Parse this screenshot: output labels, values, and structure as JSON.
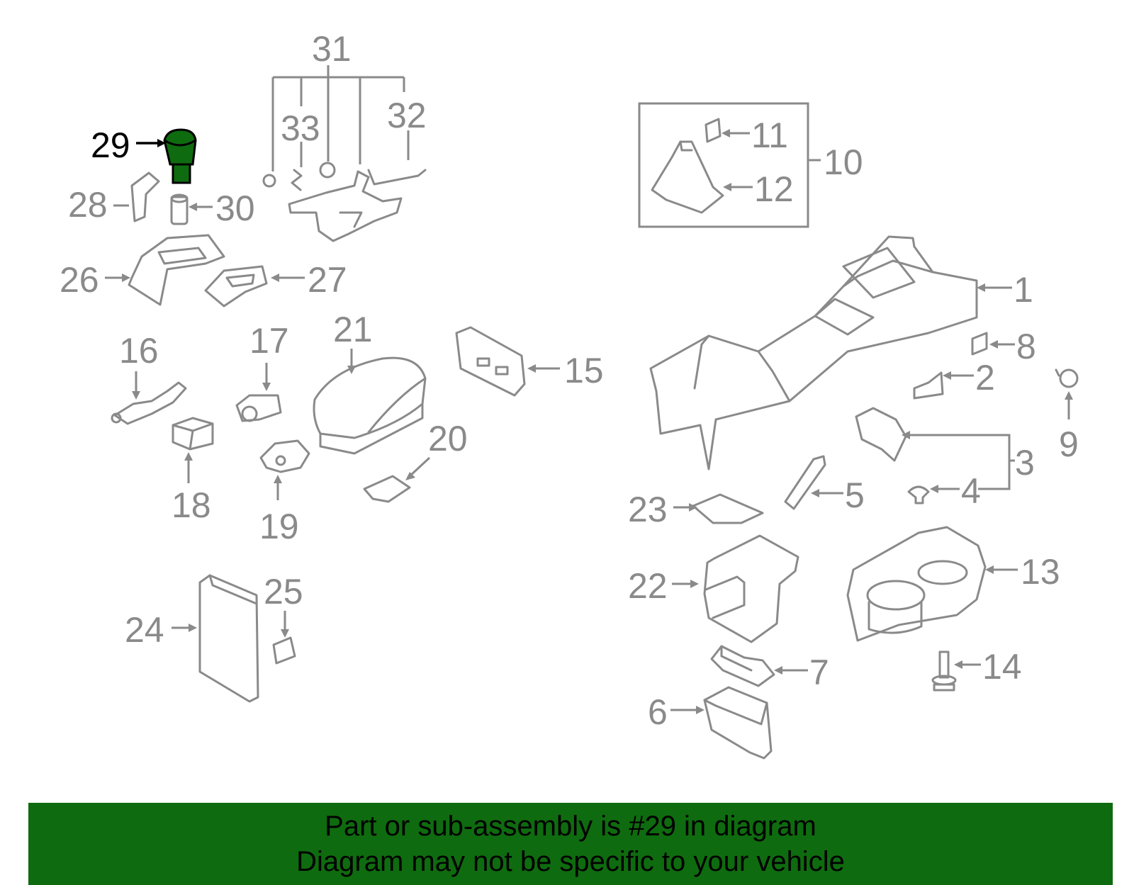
{
  "diagram": {
    "highlighted_part": "29",
    "highlight_color": "#0f6b0f",
    "callouts": [
      "1",
      "2",
      "3",
      "4",
      "5",
      "6",
      "7",
      "8",
      "9",
      "10",
      "11",
      "12",
      "13",
      "14",
      "15",
      "16",
      "17",
      "18",
      "19",
      "20",
      "21",
      "22",
      "23",
      "24",
      "25",
      "26",
      "27",
      "28",
      "29",
      "30",
      "31",
      "32",
      "33"
    ]
  },
  "banner": {
    "line1": "Part or sub-assembly is #29 in diagram",
    "line2": "Diagram may not be specific to your vehicle",
    "background": "#0f6b0f"
  }
}
